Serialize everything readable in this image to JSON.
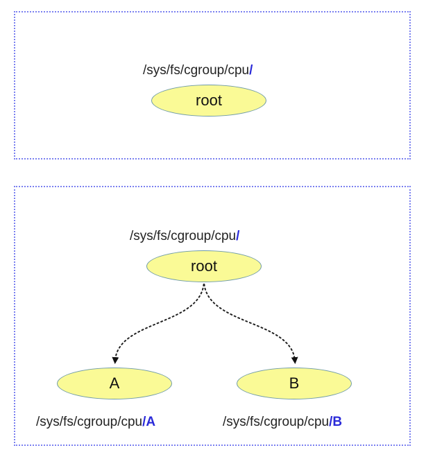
{
  "diagrams": [
    {
      "nodes": [
        {
          "id": "root",
          "label": "root",
          "path_prefix": "/sys/fs/cgroup/cpu",
          "path_suffix": "/"
        }
      ],
      "edges": []
    },
    {
      "nodes": [
        {
          "id": "root",
          "label": "root",
          "path_prefix": "/sys/fs/cgroup/cpu",
          "path_suffix": "/"
        },
        {
          "id": "A",
          "label": "A",
          "path_prefix": "/sys/fs/cgroup/cpu",
          "path_suffix": "/A"
        },
        {
          "id": "B",
          "label": "B",
          "path_prefix": "/sys/fs/cgroup/cpu",
          "path_suffix": "/B"
        }
      ],
      "edges": [
        {
          "from": "root",
          "to": "A",
          "style": "dotted",
          "arrow": true
        },
        {
          "from": "root",
          "to": "B",
          "style": "dotted",
          "arrow": true
        }
      ]
    }
  ],
  "colors": {
    "panel_border": "#7a80f0",
    "node_fill": "#fafa96",
    "node_border": "#6e9aa6",
    "path_suffix": "#2a2ad8",
    "edge": "#222222"
  }
}
